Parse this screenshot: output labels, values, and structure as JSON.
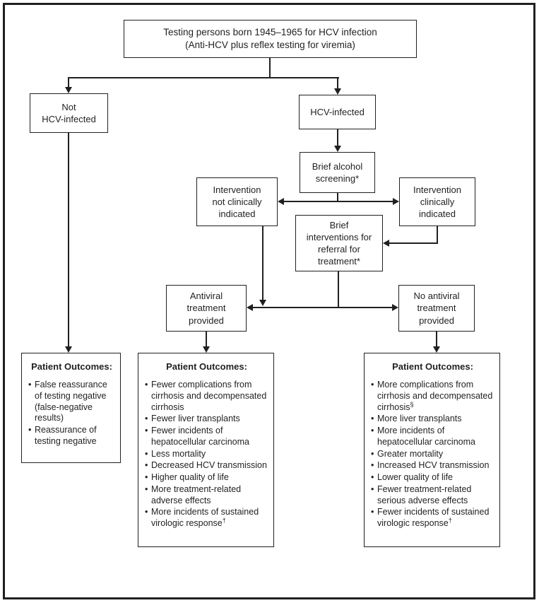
{
  "figure": {
    "colors": {
      "line": "#231f20",
      "background": "#ffffff"
    },
    "boxes": {
      "title": "Testing persons born 1945–1965 for HCV infection\n(Anti-HCV plus reflex testing for viremia)",
      "not_infected": "Not\nHCV-infected",
      "infected": "HCV-infected",
      "alcohol_screening": "Brief alcohol\nscreening*",
      "intervention_not": "Intervention\nnot clinically\nindicated",
      "intervention_yes": "Intervention\nclinically\nindicated",
      "brief_interventions": "Brief\ninterventions for\nreferral for\ntreatment*",
      "antiviral": "Antiviral\ntreatment\nprovided",
      "no_antiviral": "No antiviral\ntreatment\nprovided"
    },
    "outcomes": {
      "heading": "Patient Outcomes:",
      "left": {
        "items": [
          {
            "text": "False reassurance of testing negative (false-negative results)",
            "sup": ""
          },
          {
            "text": "Reassurance of testing negative",
            "sup": ""
          }
        ]
      },
      "center": {
        "items": [
          {
            "text": "Fewer complications from cirrhosis and decompensated cirrhosis",
            "sup": ""
          },
          {
            "text": "Fewer liver transplants",
            "sup": ""
          },
          {
            "text": "Fewer incidents of hepatocellular carcinoma",
            "sup": ""
          },
          {
            "text": "Less mortality",
            "sup": ""
          },
          {
            "text": "Decreased HCV transmission",
            "sup": ""
          },
          {
            "text": "Higher quality of life",
            "sup": ""
          },
          {
            "text": "More treatment-related adverse effects",
            "sup": ""
          },
          {
            "text": "More incidents of sustained virologic response",
            "sup": "†"
          }
        ]
      },
      "right": {
        "items": [
          {
            "text": "More complications from cirrhosis and decompensated cirrhosis",
            "sup": "§"
          },
          {
            "text": "More liver transplants",
            "sup": ""
          },
          {
            "text": "More incidents of hepatocellular carcinoma",
            "sup": ""
          },
          {
            "text": "Greater mortality",
            "sup": ""
          },
          {
            "text": "Increased HCV transmission",
            "sup": ""
          },
          {
            "text": "Lower quality of life",
            "sup": ""
          },
          {
            "text": "Fewer treatment-related serious adverse effects",
            "sup": ""
          },
          {
            "text": "Fewer incidents of sustained virologic response",
            "sup": "†"
          }
        ]
      }
    }
  }
}
